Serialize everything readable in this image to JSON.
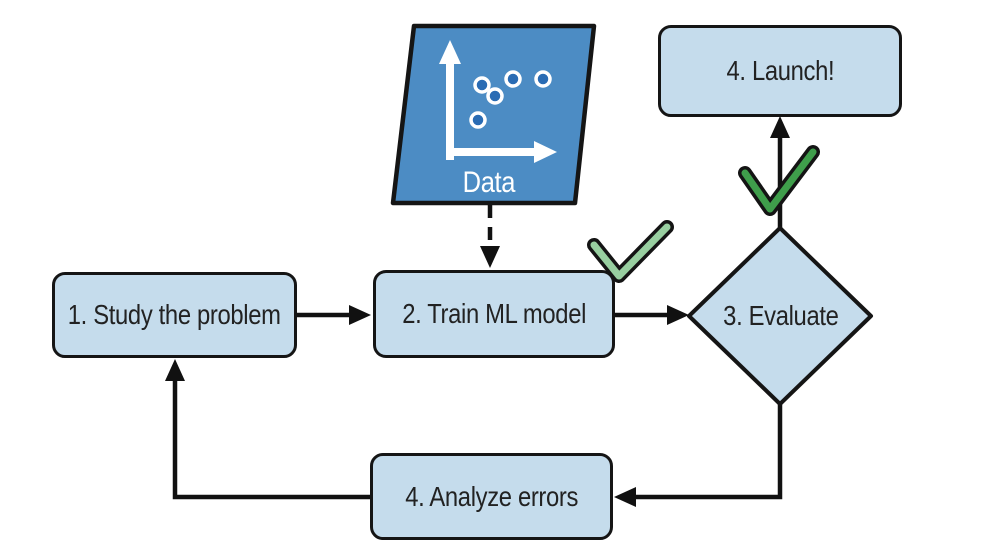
{
  "diagram": {
    "description": "Machine learning project workflow flowchart",
    "background": "#ffffff",
    "colors": {
      "node_fill": "#c5dcec",
      "node_border": "#151515",
      "arrow": "#111111",
      "text": "#222222",
      "data_fill": "#4c8cc4",
      "data_dot_fill": "#2a6cb4",
      "data_icon_stroke": "#ffffff",
      "check_light": "#98cfa0",
      "check_dark": "#3f9e4b",
      "check_outline": "#141414"
    },
    "nodes": {
      "data": {
        "label": "Data",
        "shape": "parallelogram",
        "icon": "scatter-plot-icon"
      },
      "study": {
        "label": "1. Study the problem",
        "shape": "rounded-rect"
      },
      "train": {
        "label": "2. Train ML model",
        "shape": "rounded-rect",
        "badge": "checkmark-light"
      },
      "evaluate": {
        "label": "3. Evaluate",
        "shape": "diamond"
      },
      "launch": {
        "label": "4. Launch!",
        "shape": "rounded-rect"
      },
      "analyze": {
        "label": "4. Analyze errors",
        "shape": "rounded-rect"
      }
    },
    "edges": [
      {
        "from": "data",
        "to": "train",
        "style": "dashed",
        "direction": "down"
      },
      {
        "from": "study",
        "to": "train",
        "style": "solid",
        "direction": "right"
      },
      {
        "from": "train",
        "to": "evaluate",
        "style": "solid",
        "direction": "right"
      },
      {
        "from": "evaluate",
        "to": "launch",
        "style": "solid",
        "direction": "up",
        "badge": "checkmark-dark"
      },
      {
        "from": "evaluate",
        "to": "analyze",
        "style": "solid",
        "direction": "down-left"
      },
      {
        "from": "analyze",
        "to": "study",
        "style": "solid",
        "direction": "left-up"
      }
    ]
  }
}
